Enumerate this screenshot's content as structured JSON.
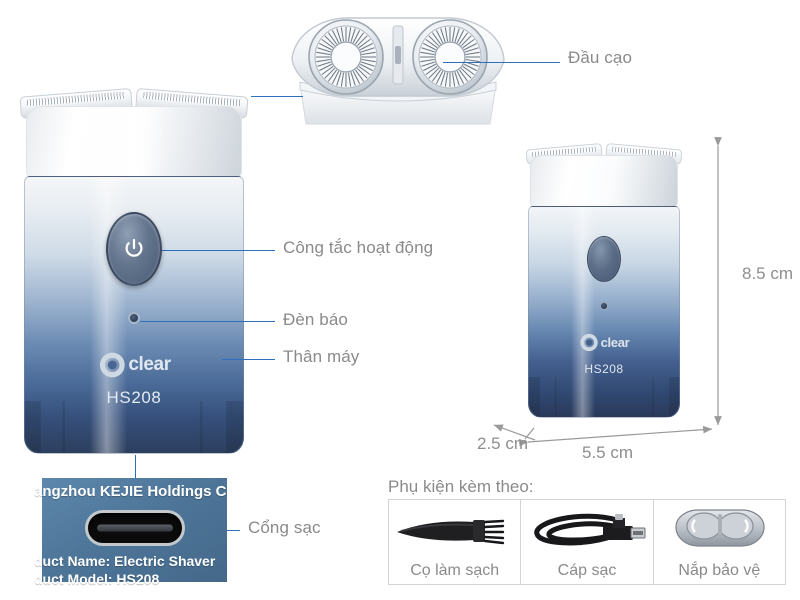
{
  "product": {
    "brand": "clear",
    "brand_logo_icon": "c-ring-logo-icon",
    "model": "HS208"
  },
  "callouts": [
    {
      "id": "shaver-head",
      "label": "Đầu cạo"
    },
    {
      "id": "power-switch",
      "label": "Công tắc hoạt động"
    },
    {
      "id": "indicator",
      "label": "Đèn báo"
    },
    {
      "id": "body",
      "label": "Thân máy"
    },
    {
      "id": "charging-port",
      "label": "Cổng sạc"
    }
  ],
  "dimensions": {
    "height": "8.5 cm",
    "depth": "2.5 cm",
    "width": "5.5 cm"
  },
  "port_inset": {
    "manufacturer_line": "angzhou KEJIE Holdings C",
    "product_name_line": "duct Name: Electric Shaver",
    "product_model_line": "duct Model: HS208"
  },
  "accessories": {
    "title": "Phụ kiện kèm theo:",
    "items": [
      {
        "label": "Cọ làm sạch",
        "icon": "cleaning-brush-icon"
      },
      {
        "label": "Cáp sạc",
        "icon": "usb-charging-cable-icon"
      },
      {
        "label": "Nắp bảo vệ",
        "icon": "protective-cap-icon"
      }
    ]
  },
  "colors": {
    "callout_line": "#2e6fbb",
    "label_text": "#8a8a8a",
    "dimension_arrow": "#9a9a9a",
    "body_top": "#f4f6f8",
    "body_bottom": "#2c3f5e",
    "inset_background": "#4e7699"
  }
}
